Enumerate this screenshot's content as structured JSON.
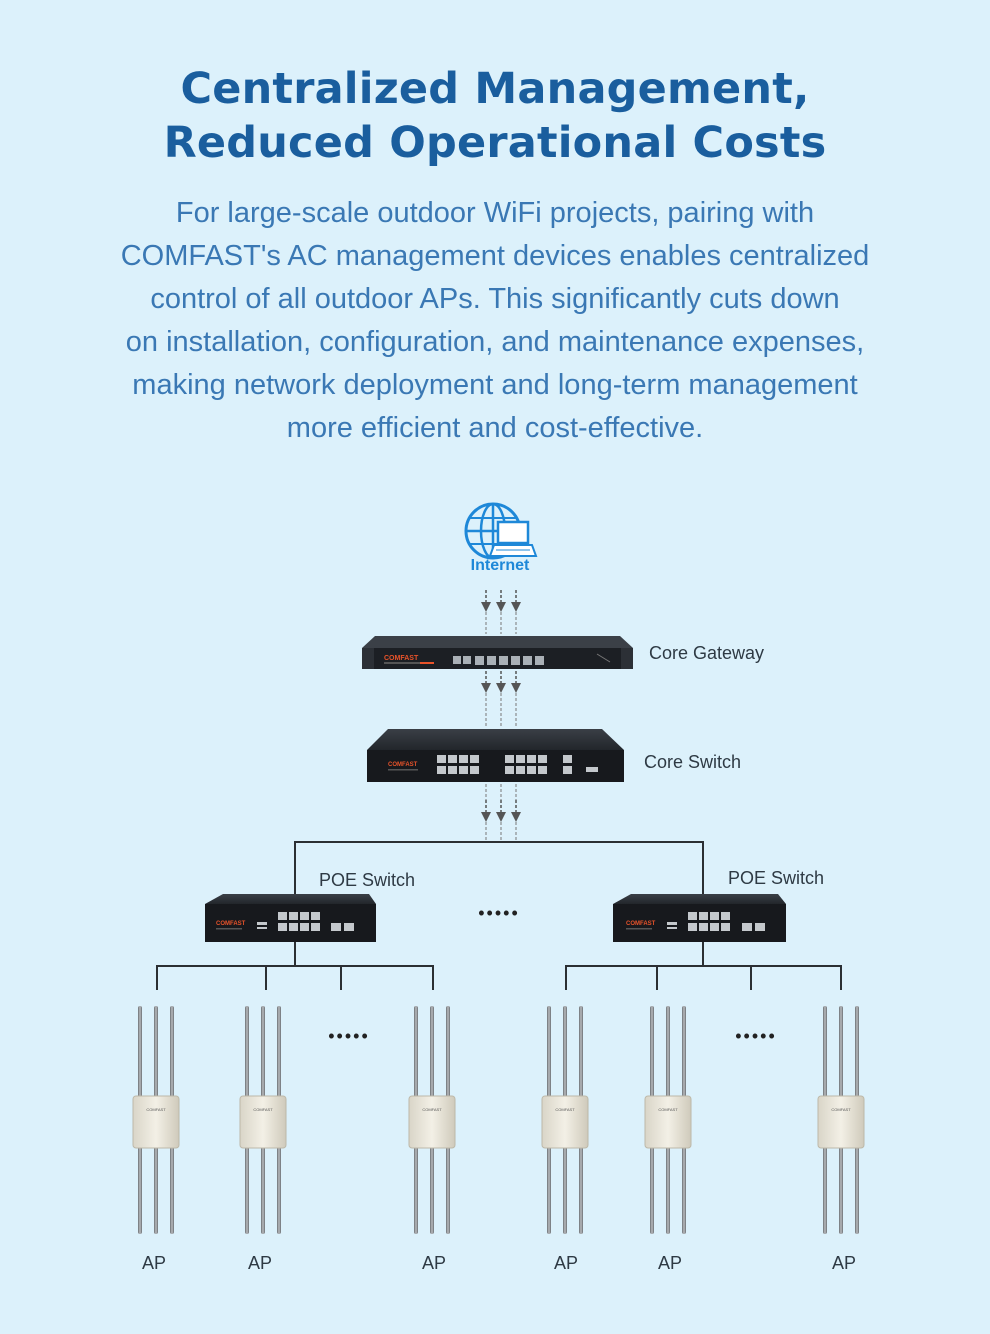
{
  "heading": {
    "line1": "Centralized Management,",
    "line2": "Reduced Operational Costs"
  },
  "description": {
    "lines": [
      "For large-scale outdoor WiFi projects, pairing with",
      "COMFAST's AC management devices enables centralized",
      "control of all outdoor APs. This significantly cuts down",
      "on installation, configuration, and maintenance expenses,",
      "making network deployment and long-term management",
      "more efficient and cost-effective."
    ]
  },
  "diagram": {
    "internet_label": "Internet",
    "core_gateway_label": "Core Gateway",
    "core_switch_label": "Core Switch",
    "poe_switch_left_label": "POE Switch",
    "poe_switch_right_label": "POE Switch",
    "ellipsis": "•••••",
    "brand": "COMFAST",
    "ap_labels": [
      "AP",
      "AP",
      "AP",
      "AP",
      "AP",
      "AP"
    ]
  },
  "colors": {
    "background": "#dcf1fb",
    "title": "#1a5e9e",
    "text": "#3a78b4",
    "internet": "#1e88d8",
    "brand": "#e8532a",
    "device": "#1c1f24"
  }
}
